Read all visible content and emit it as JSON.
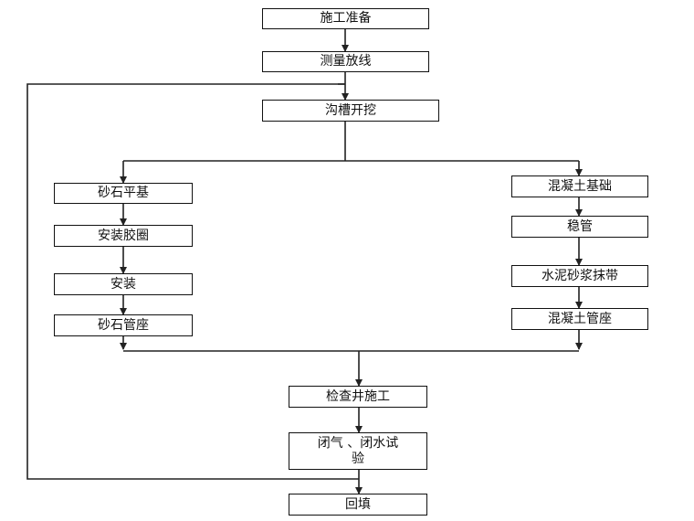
{
  "flowchart": {
    "steps": {
      "prep": "施工准备",
      "survey": "测量放线",
      "trench": "沟槽开挖",
      "gravel_base": "砂石平基",
      "rubber_ring": "安装胶圈",
      "install": "安装",
      "gravel_seat": "砂石管座",
      "concrete_base": "混凝土基础",
      "stabilize": "稳管",
      "mortar_band": "水泥砂浆抹带",
      "concrete_seat": "混凝土管座",
      "manhole": "检查井施工",
      "test_line1": "闭气 、闭水试",
      "test_line2": "验",
      "backfill": "回填"
    },
    "line_color": "#222222",
    "box_border_color": "#111111"
  }
}
